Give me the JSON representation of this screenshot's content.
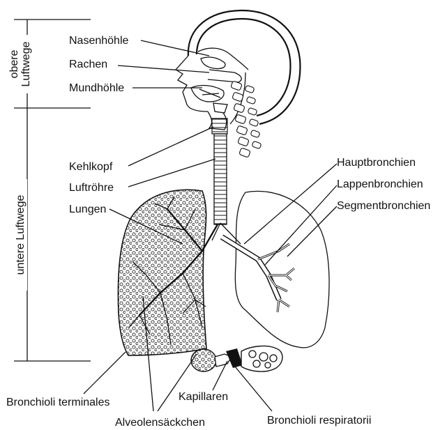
{
  "labels": {
    "nasenhoehle": "Nasenhöhle",
    "rachen": "Rachen",
    "mundhoehle": "Mundhöhle",
    "kehlkopf": "Kehlkopf",
    "luftroehre": "Luftröhre",
    "lungen": "Lungen",
    "hauptbronchien": "Hauptbronchien",
    "lappenbronchien": "Lappenbronchien",
    "segmentbronchien": "Segmentbronchien",
    "bronchioli_terminales": "Bronchioli terminales",
    "kapillaren": "Kapillaren",
    "alveolensaeckchen": "Alveolensäckchen",
    "bronchioli_respiratorii": "Bronchioli respiratorii"
  },
  "side_labels": {
    "obere_luftwege": [
      "obere",
      "Luftwege"
    ],
    "untere_luftwege": "untere Luftwege"
  }
}
